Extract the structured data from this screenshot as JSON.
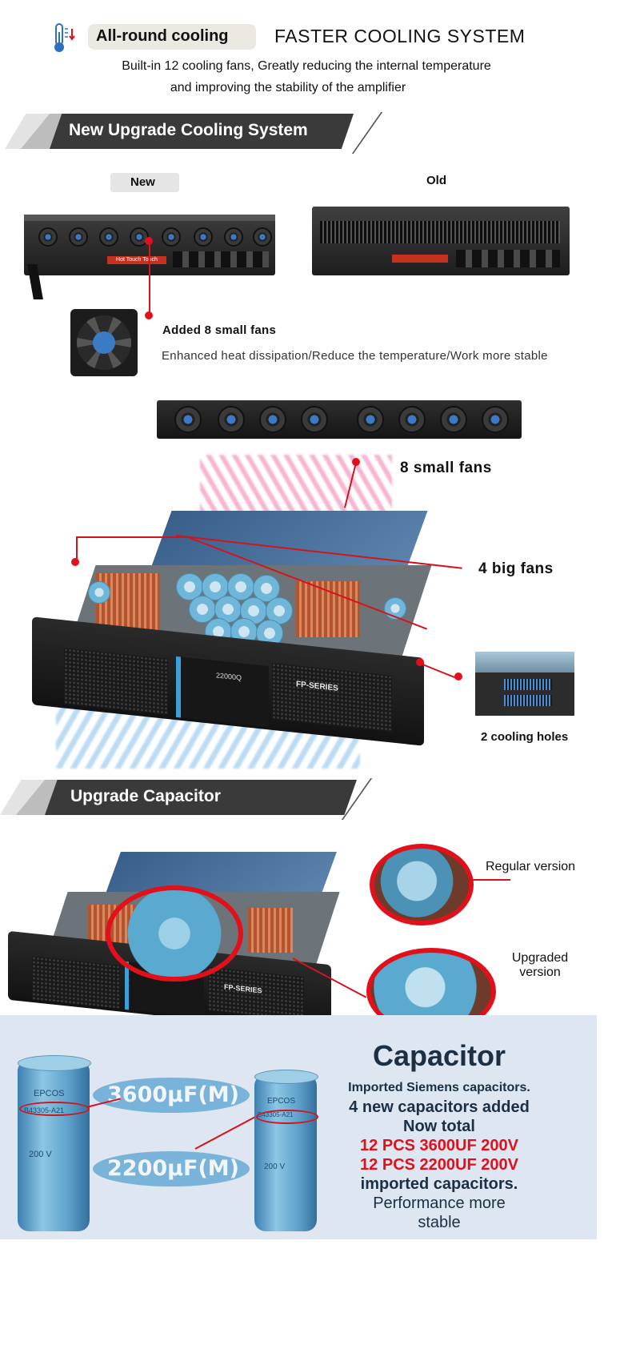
{
  "header": {
    "pill_label": "All-round cooling",
    "title": "FASTER COOLING SYSTEM",
    "subtitle_line1": "Built-in 12 cooling fans, Greatly reducing the internal temperature",
    "subtitle_line2": "and improving the stability of the amplifier"
  },
  "section1": {
    "banner": "New Upgrade Cooling System",
    "new_label": "New",
    "old_label": "Old",
    "added_title": "Added 8 small fans",
    "added_desc": "Enhanced heat dissipation/Reduce the temperature/Work more stable",
    "small_fans": "8 small fans",
    "big_fans": "4 big fans",
    "holes": "2 cooling holes",
    "panel_brand": "FP-SERIES",
    "panel_model": "22000Q",
    "warning_label": "Hot Touch Touch"
  },
  "section2": {
    "banner": "Upgrade Capacitor",
    "regular": "Regular version",
    "upgraded_line1": "Upgraded",
    "upgraded_line2": "version",
    "panel_brand": "FP-SERIES"
  },
  "capacitor": {
    "title": "Capacitor",
    "line1": "Imported Siemens capacitors.",
    "line2": "4 new capacitors added",
    "line3": "Now total",
    "line4": "12 PCS 3600UF 200V",
    "line5": "12 PCS 2200UF 200V",
    "line6": "imported capacitors.",
    "line7": "Performance more",
    "line8": "stable",
    "badge1": "3600μF(M)",
    "badge2": "2200μF(M)",
    "cap1_label": "EPCOS",
    "cap2_label": "EPCOS",
    "cap1_code": "B43305-A21",
    "cap2_code": "B43305-A21",
    "cap1_volt": "200 V",
    "cap2_volt": "200 V"
  },
  "colors": {
    "accent_red": "#e1101a",
    "banner_dark": "#3a3a3a",
    "title_navy": "#1b2f45",
    "cap_blue": "#6fb6d9",
    "bottom_panel": "#dde6f1"
  }
}
